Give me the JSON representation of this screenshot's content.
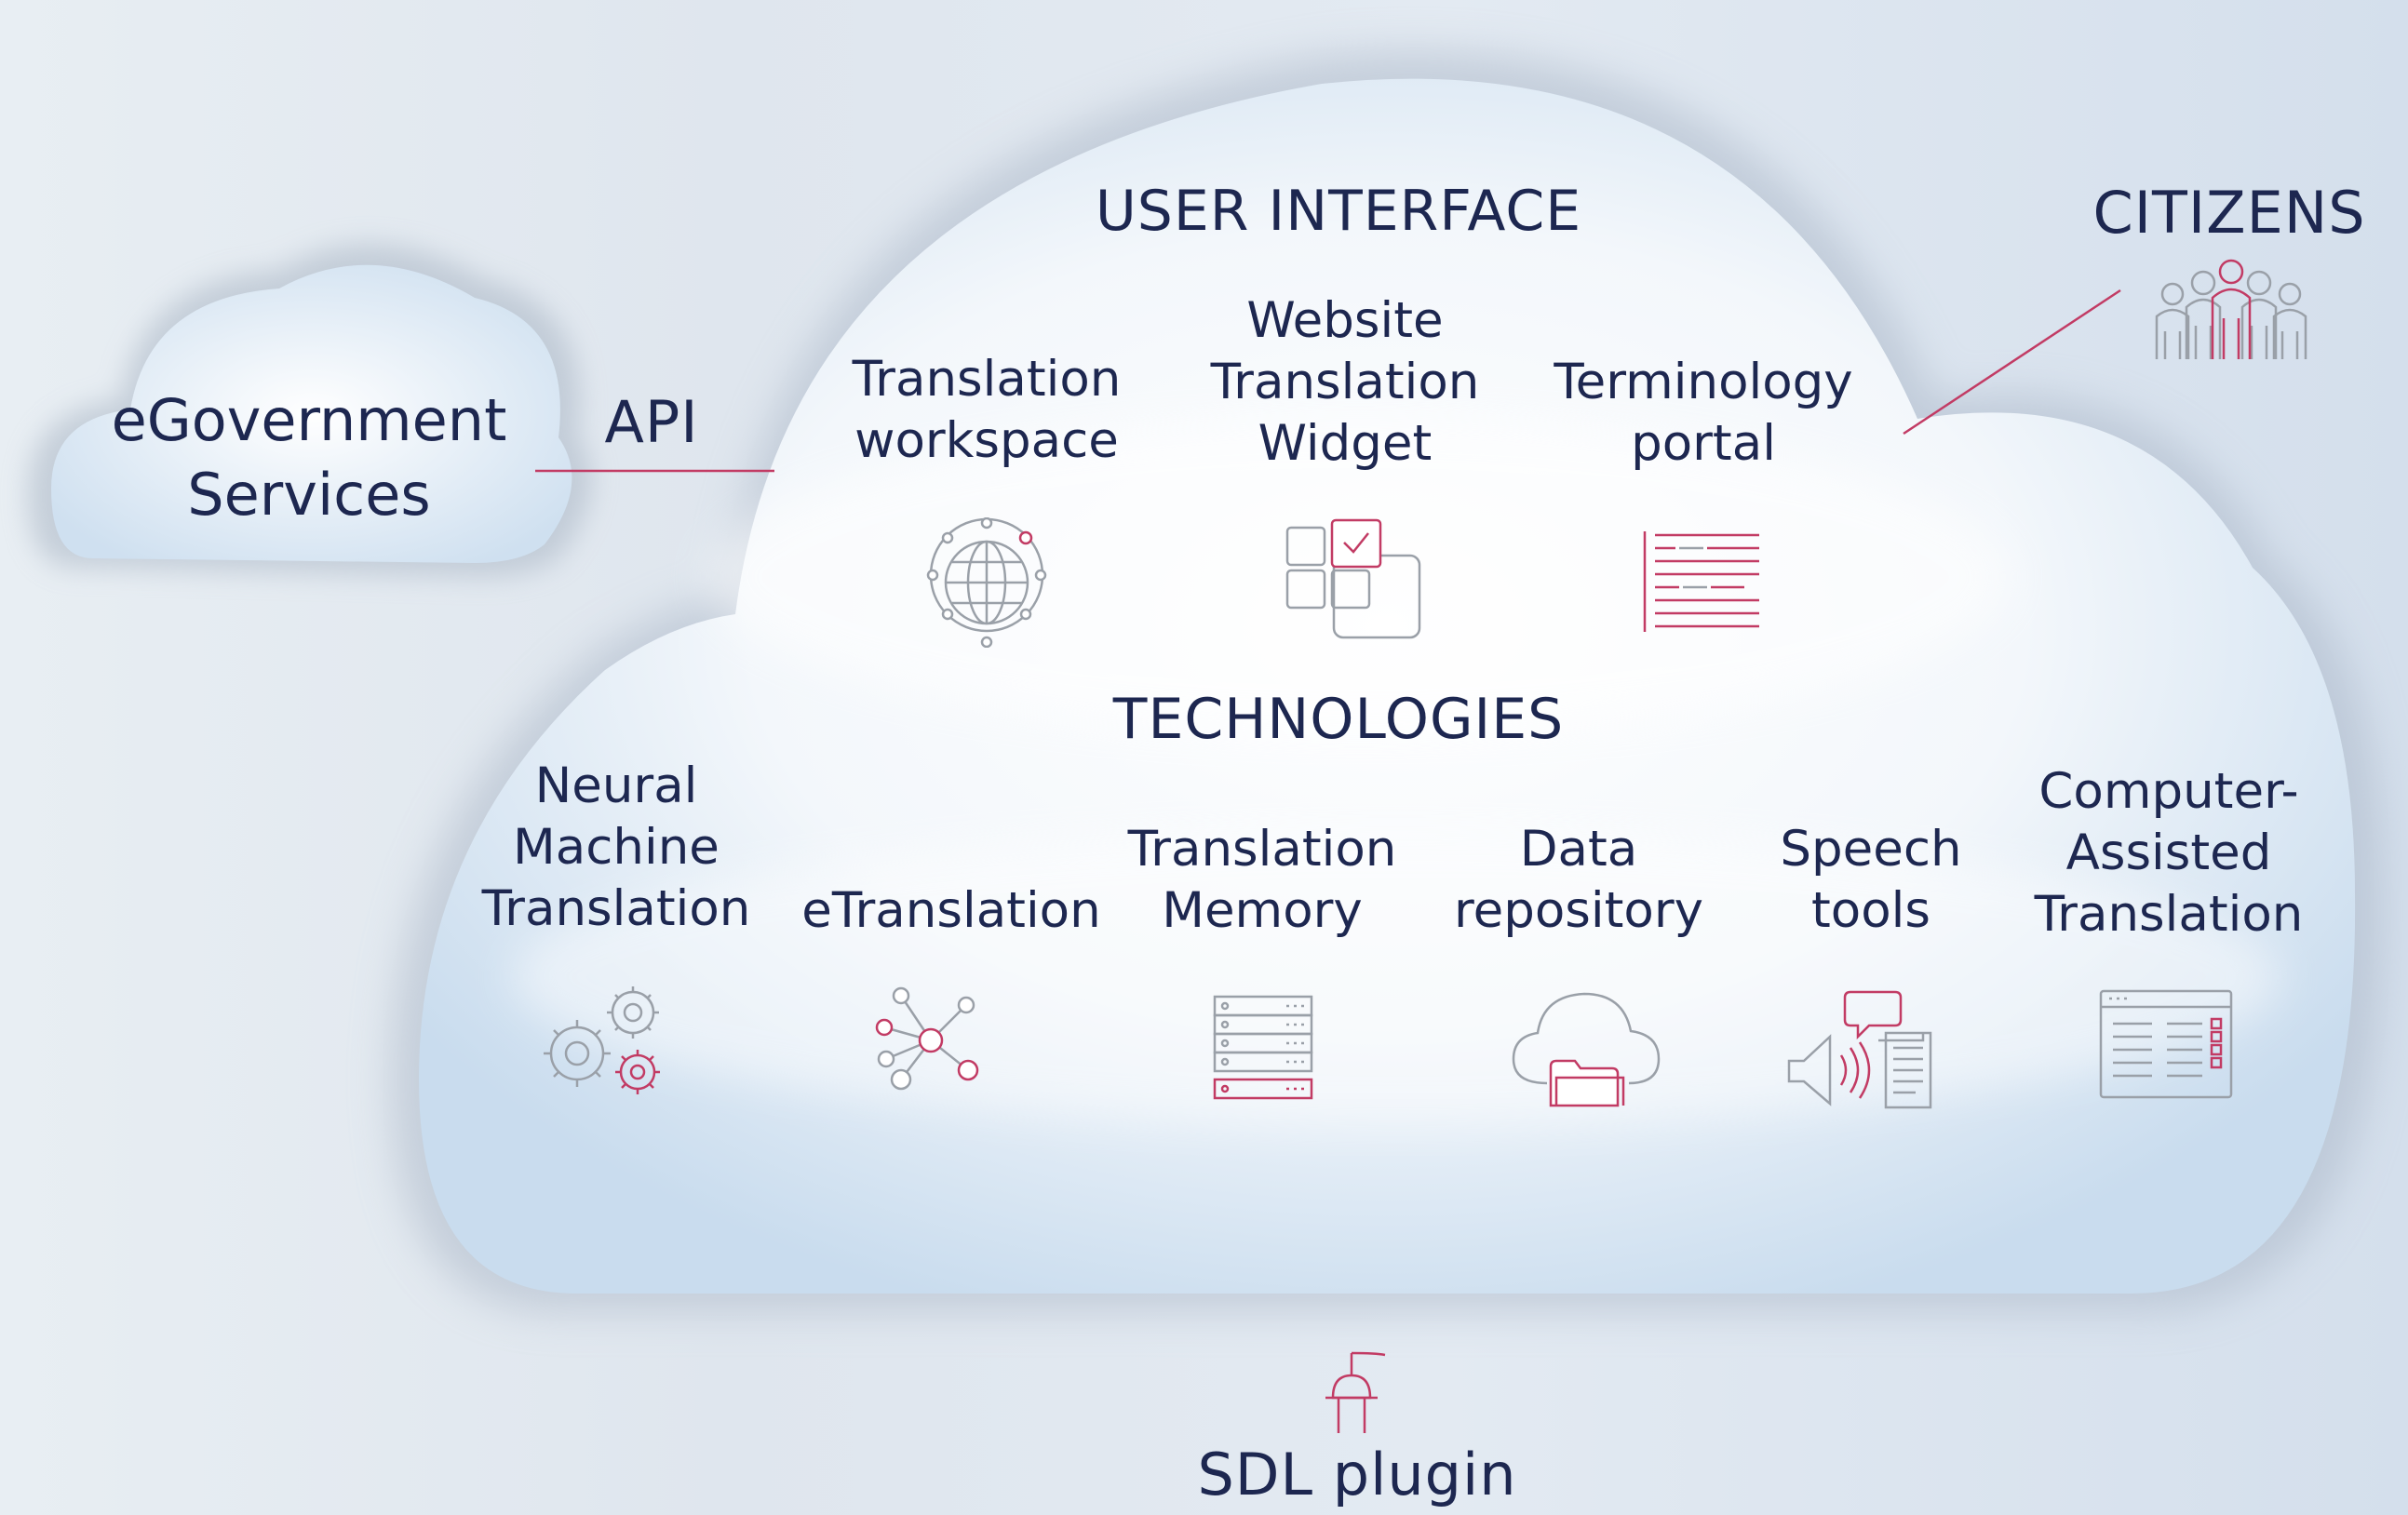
{
  "egov": {
    "label": "eGovernment\nServices"
  },
  "api": {
    "label": "API"
  },
  "citizens": {
    "label": "CITIZENS"
  },
  "user_interface": {
    "heading": "USER INTERFACE",
    "items": [
      {
        "label": "Translation\nworkspace",
        "icon": "globe-network-icon"
      },
      {
        "label": "Website\nTranslation\nWidget",
        "icon": "widget-blocks-icon"
      },
      {
        "label": "Terminology\nportal",
        "icon": "term-list-icon"
      }
    ]
  },
  "technologies": {
    "heading": "TECHNOLOGIES",
    "items": [
      {
        "label": "Neural\nMachine\nTranslation",
        "icon": "gears-icon"
      },
      {
        "label": "eTranslation",
        "icon": "node-network-icon"
      },
      {
        "label": "Translation\nMemory",
        "icon": "server-rack-icon"
      },
      {
        "label": "Data\nrepository",
        "icon": "cloud-folder-icon"
      },
      {
        "label": "Speech\ntools",
        "icon": "speaker-document-icon"
      },
      {
        "label": "Computer-\nAssisted\nTranslation",
        "icon": "cat-window-icon"
      }
    ]
  },
  "sdl": {
    "label": "SDL plugin",
    "icon": "plug-icon"
  },
  "colors": {
    "text": "#1d2750",
    "accent": "#c23b64",
    "icon_gray": "#9aa0a8"
  }
}
